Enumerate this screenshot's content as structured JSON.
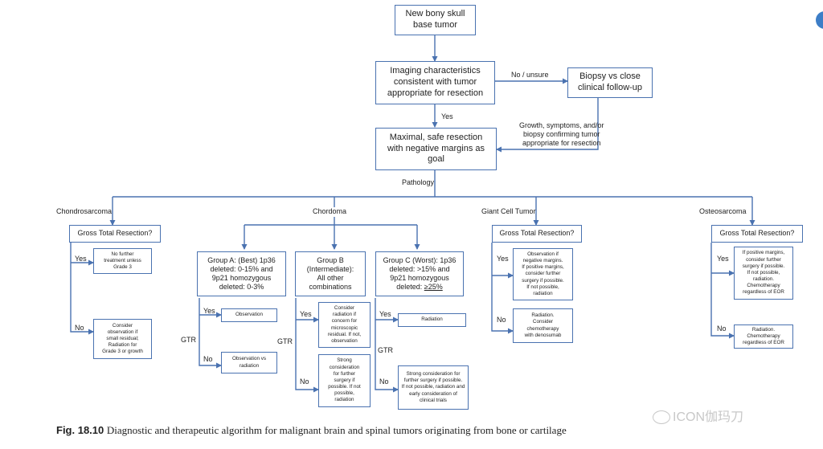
{
  "flowchart": {
    "start": "New bony skull\nbase tumor",
    "imaging": "Imaging characteristics\nconsistent with tumor\nappropriate for resection",
    "biopsy": "Biopsy vs close\nclinical follow-up",
    "resection": "Maximal, safe resection\nwith negative margins as\ngoal",
    "edge_no_unsure": "No / unsure",
    "edge_yes": "Yes",
    "edge_growth": "Growth, symptoms, and/or\nbiopsy confirming tumor\nappropriate for resection",
    "edge_pathology": "Pathology"
  },
  "pathologies": {
    "chondrosarcoma": {
      "label": "Chondrosarcoma",
      "question": "Gross Total Resection?",
      "yes": "Yes",
      "no": "No",
      "yes_outcome": "No further\ntreatment unless\nGrade 3",
      "no_outcome": "Consider\nobservation if\nsmall residual;\nRadiation for\nGrade 3 or growth"
    },
    "chordoma": {
      "label": "Chordoma",
      "gtr": "GTR",
      "group_a": {
        "text": "Group A: (Best) 1p36\ndeleted: 0-15% and\n9p21 homozygous\ndeleted: 0-3%",
        "yes": "Yes",
        "no": "No",
        "yes_outcome": "Observation",
        "no_outcome": "Observation vs\nradiation"
      },
      "group_b": {
        "text": "Group B\n(Intermediate):\nAll other\ncombinations",
        "yes": "Yes",
        "no": "No",
        "yes_outcome": "Consider\nradiation if\nconcern for\nmicroscopic\nresidual. If not,\nobservation",
        "no_outcome": "Strong\nconsideration\nfor further\nsurgery if\npossible. If not\npossible,\nradiation"
      },
      "group_c": {
        "text_main": "Group C (Worst): 1p36\ndeleted: >15% and\n9p21 homozygous\ndeleted: ",
        "text_underlined": "≥25%",
        "yes": "Yes",
        "no": "No",
        "yes_outcome": "Radiation",
        "no_outcome": "Strong consideration for\nfurther surgery if possible.\nIf not possible, radiation and\nearly consideration of\nclinical trials"
      }
    },
    "giant_cell": {
      "label": "Giant Cell Tumor",
      "question": "Gross Total Resection?",
      "yes": "Yes",
      "no": "No",
      "yes_outcome": "Observation if\nnegative margins.\nIf positive margins,\nconsider further\nsurgery if possible.\nIf not possible,\nradiation",
      "no_outcome": "Radiation.\nConsider\nchemotherapy\nwith denosumab"
    },
    "osteosarcoma": {
      "label": "Osteosarcoma",
      "question": "Gross Total Resection?",
      "yes": "Yes",
      "no": "No",
      "yes_outcome": "If positive margins,\nconsider further\nsurgery if possible.\nIf not possible,\nradiation.\nChemotherapy\nregardless of EOR",
      "no_outcome": "Radiation.\nChemotherapy\nregardless of EOR"
    }
  },
  "caption": {
    "label": "Fig. 18.10",
    "text": "Diagnostic and therapeutic algorithm for malignant brain and spinal tumors originating from bone or cartilage"
  },
  "watermark": "ICON伽玛刀",
  "colors": {
    "line": "#4a72b0",
    "watermark": "#c8c8c8",
    "edge_dot": "#3d7ec7"
  }
}
